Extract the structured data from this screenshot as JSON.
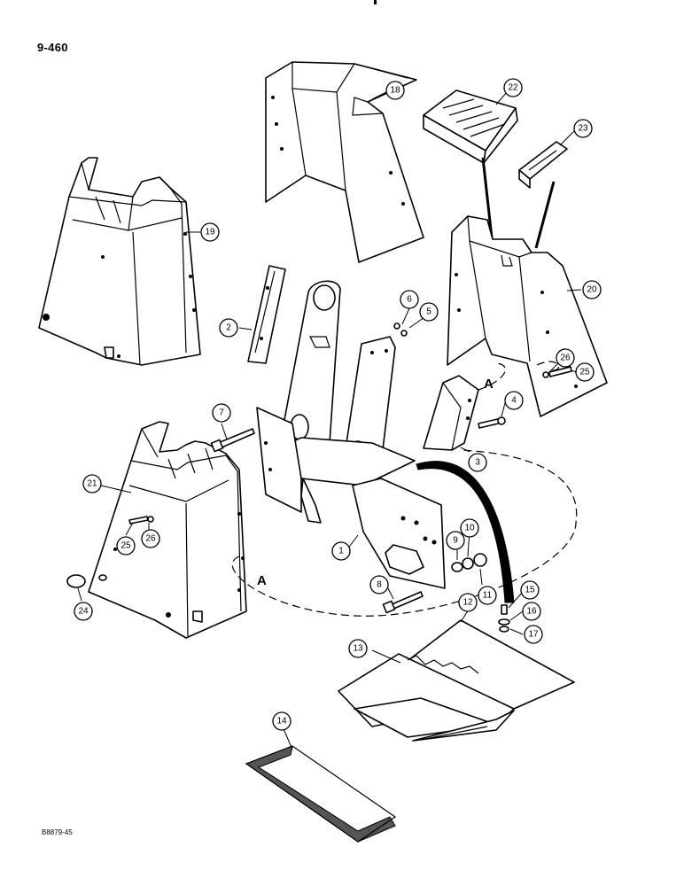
{
  "page": {
    "number": "9-460",
    "figure_code": "B8879-45"
  },
  "diagram": {
    "reference_letter": "A",
    "callouts": [
      {
        "id": "1",
        "label": "1"
      },
      {
        "id": "2",
        "label": "2"
      },
      {
        "id": "3",
        "label": "3"
      },
      {
        "id": "4",
        "label": "4"
      },
      {
        "id": "5",
        "label": "5"
      },
      {
        "id": "6",
        "label": "6"
      },
      {
        "id": "7",
        "label": "7"
      },
      {
        "id": "8",
        "label": "8"
      },
      {
        "id": "9",
        "label": "9"
      },
      {
        "id": "10",
        "label": "10"
      },
      {
        "id": "11",
        "label": "11"
      },
      {
        "id": "12",
        "label": "12"
      },
      {
        "id": "13",
        "label": "13"
      },
      {
        "id": "14",
        "label": "14"
      },
      {
        "id": "15",
        "label": "15"
      },
      {
        "id": "16",
        "label": "16"
      },
      {
        "id": "17",
        "label": "17"
      },
      {
        "id": "18",
        "label": "18"
      },
      {
        "id": "19",
        "label": "19"
      },
      {
        "id": "20",
        "label": "20"
      },
      {
        "id": "21",
        "label": "21"
      },
      {
        "id": "22",
        "label": "22"
      },
      {
        "id": "23",
        "label": "23"
      },
      {
        "id": "24",
        "label": "24"
      },
      {
        "id": "25a",
        "label": "25"
      },
      {
        "id": "26a",
        "label": "26"
      },
      {
        "id": "25b",
        "label": "25"
      },
      {
        "id": "26b",
        "label": "26"
      }
    ]
  }
}
